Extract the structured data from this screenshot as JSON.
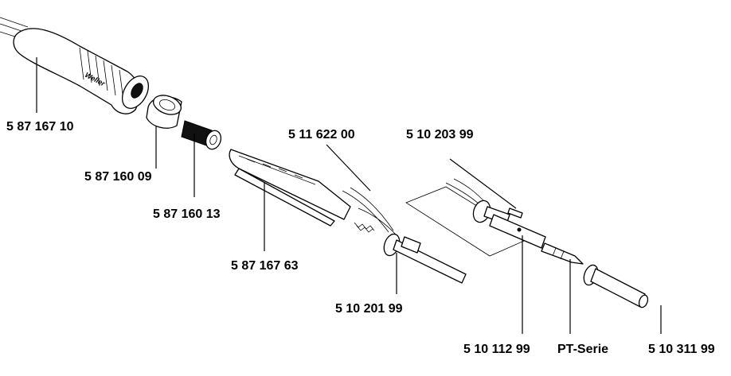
{
  "parts": [
    {
      "id": "handle",
      "number": "5 87 167 10"
    },
    {
      "id": "nut",
      "number": "5 87 160 09"
    },
    {
      "id": "sleeve",
      "number": "5 87 160 13"
    },
    {
      "id": "contact-carrier",
      "number": "5 87 167 63"
    },
    {
      "id": "sensor-wire",
      "number": "5 11 622 00"
    },
    {
      "id": "heater-element",
      "number": "5 10 201 99"
    },
    {
      "id": "heater-plug",
      "number": "5 10 203 99"
    },
    {
      "id": "heater-tube",
      "number": "5 10 112 99"
    },
    {
      "id": "tip",
      "number": "PT-Serie"
    },
    {
      "id": "tip-nut",
      "number": "5 10 311 99"
    }
  ],
  "logo_text": "Weller"
}
